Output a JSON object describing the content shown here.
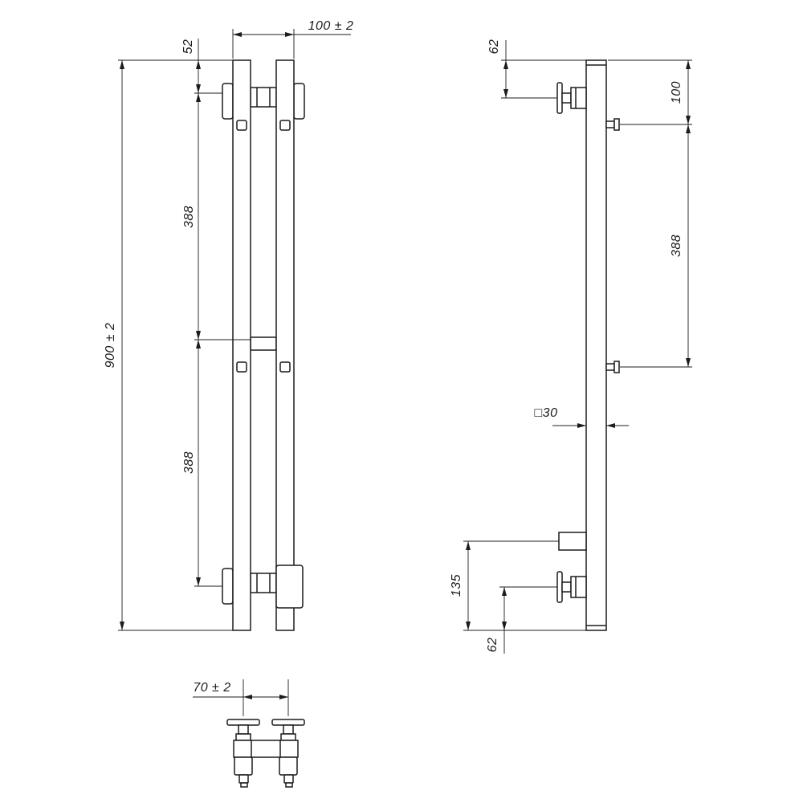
{
  "views": {
    "front": {
      "dims": {
        "top_offset": "52",
        "overall_width": "100 ± 2",
        "overall_height": "900 ± 2",
        "upper_span": "388",
        "lower_span": "388"
      }
    },
    "side": {
      "dims": {
        "top_bracket_offset": "62",
        "top_hook_offset": "100",
        "hook_span": "388",
        "tube_section": "□30",
        "power_box_offset": "135",
        "bottom_bracket_offset": "62"
      }
    },
    "plan": {
      "dims": {
        "bracket_pitch": "70 ± 2"
      }
    }
  }
}
